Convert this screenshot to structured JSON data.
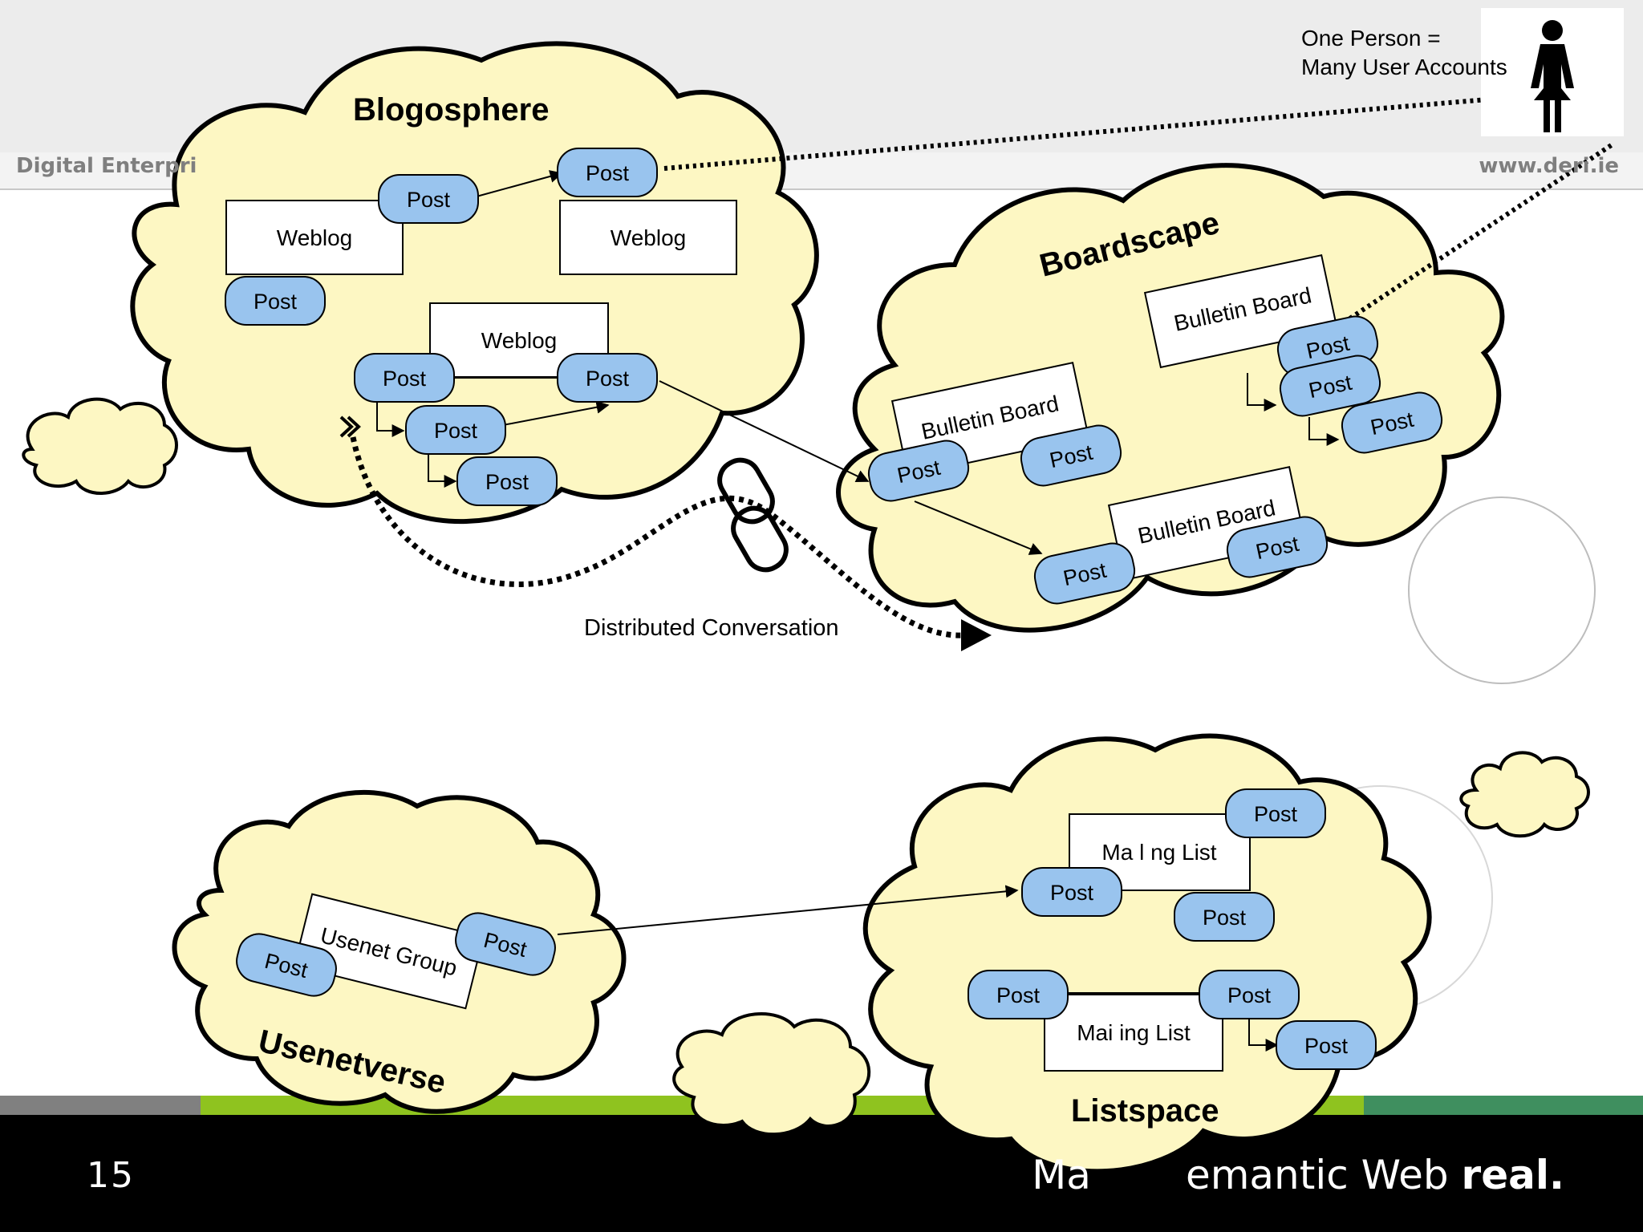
{
  "header": {
    "left_text": "Digital Enterpri",
    "right_text": "www.deri.ie"
  },
  "footer": {
    "page_number": "15",
    "tagline_prefix": "Ma",
    "tagline_middle": "emantic Web ",
    "tagline_bold": "real."
  },
  "legend": {
    "line1": "One Person =",
    "line2": "Many User Accounts",
    "icon": "person-icon"
  },
  "diagram": {
    "conversation_label": "Distributed Conversation",
    "clouds": {
      "blogosphere": "Blogosphere",
      "boardscape": "Boardscape",
      "usenetverse": "Usenetverse",
      "listspace": "Listspace"
    },
    "containers": {
      "weblog": "Weblog",
      "bulletin_board": "Bulletin Board",
      "usenet_group": "Usenet Group",
      "mailing_list_1": "Ma l ng List",
      "mailing_list_2": "Mai ing List"
    },
    "post_label": "Post",
    "colors": {
      "cloud": "#fdf7c3",
      "post": "#99c4ee",
      "green_bar": "#8fc31f",
      "footer": "#000000"
    }
  }
}
